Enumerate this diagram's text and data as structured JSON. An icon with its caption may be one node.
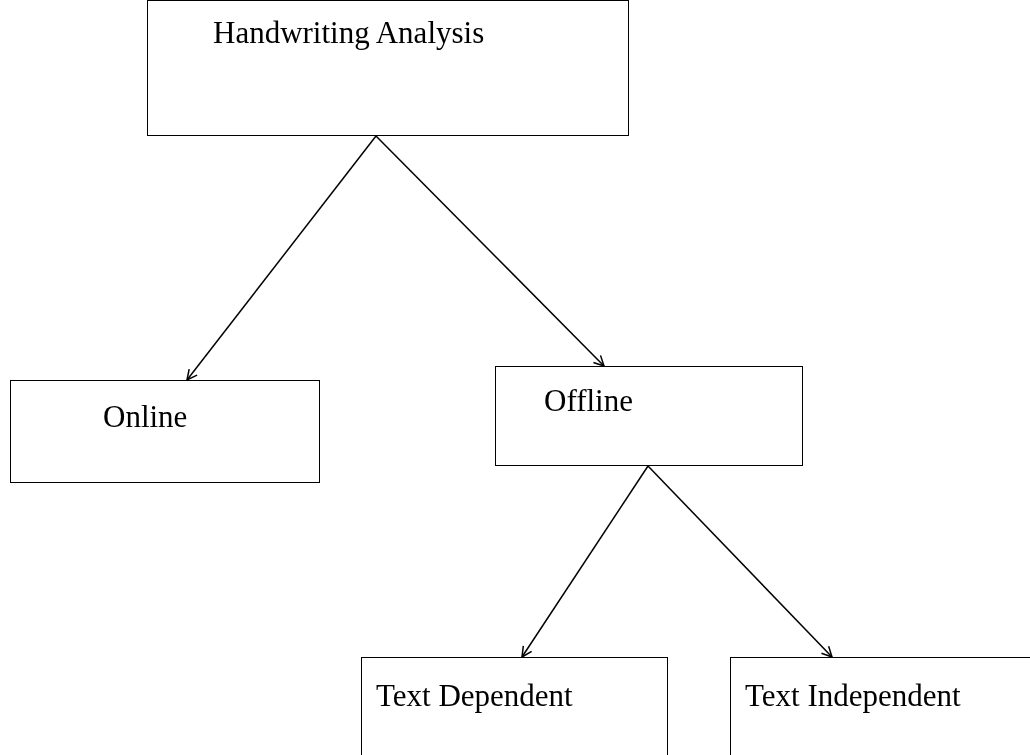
{
  "diagram": {
    "nodes": [
      {
        "text": [
          "Handwriting Analysis"
        ]
      },
      {
        "text": [
          "Online"
        ]
      },
      {
        "text": [
          "Offline"
        ]
      },
      {
        "text": [
          "Text Dependent"
        ]
      },
      {
        "text": [
          "Text Independent"
        ]
      }
    ],
    "edges": [
      {
        "from": 0,
        "to": 1,
        "arrow": "to"
      },
      {
        "from": 0,
        "to": 2,
        "arrow": "to"
      },
      {
        "from": 2,
        "to": 3,
        "arrow": "to"
      },
      {
        "from": 2,
        "to": 4,
        "arrow": "to"
      }
    ]
  }
}
